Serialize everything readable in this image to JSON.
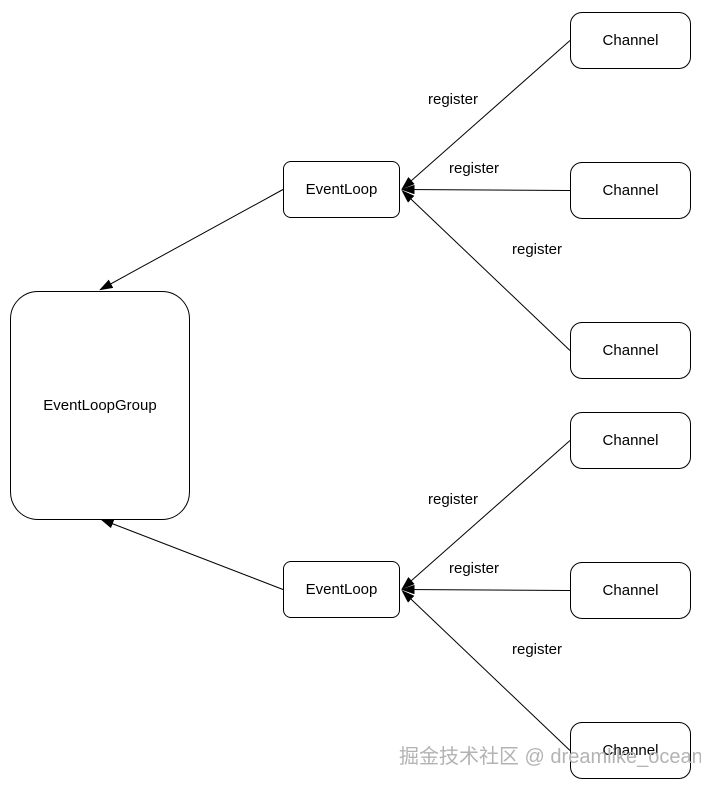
{
  "diagram": {
    "group": {
      "label": "EventLoopGroup"
    },
    "event_loops": [
      {
        "label": "EventLoop"
      },
      {
        "label": "EventLoop"
      }
    ],
    "channels": [
      {
        "label": "Channel"
      },
      {
        "label": "Channel"
      },
      {
        "label": "Channel"
      },
      {
        "label": "Channel"
      },
      {
        "label": "Channel"
      },
      {
        "label": "Channel"
      }
    ],
    "register_labels": [
      "register",
      "register",
      "register",
      "register",
      "register",
      "register"
    ]
  },
  "colors": {
    "stroke": "#000000",
    "watermark": "#b3b3b3"
  },
  "watermark": {
    "text": "掘金技术社区 @ dreamlike_ocean"
  }
}
